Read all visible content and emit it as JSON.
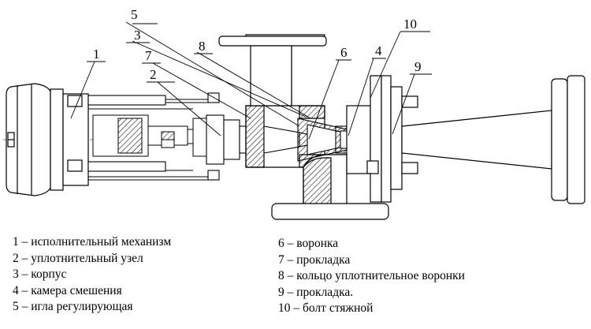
{
  "callouts": [
    {
      "id": "1",
      "text": "1"
    },
    {
      "id": "2",
      "text": "2"
    },
    {
      "id": "3",
      "text": "3"
    },
    {
      "id": "4",
      "text": "4"
    },
    {
      "id": "5",
      "text": "5"
    },
    {
      "id": "6",
      "text": "6"
    },
    {
      "id": "7",
      "text": "7"
    },
    {
      "id": "8",
      "text": "8"
    },
    {
      "id": "9",
      "text": "9"
    },
    {
      "id": "10",
      "text": "10"
    }
  ],
  "legend": {
    "left": [
      "1 – исполнительный механизм",
      "2 – уплотнительный узел",
      "3 – корпус",
      "4 – камера смешения",
      "5 – игла регулирующая"
    ],
    "right": [
      "6 – воронка",
      "7 – прокладка",
      "8  – кольцо уплотнительное воронки",
      "9 – прокладка.",
      "10 – болт стяжной"
    ]
  },
  "colors": {
    "line": "#000000",
    "fill_light": "#ededed",
    "hatch": "#000000"
  }
}
